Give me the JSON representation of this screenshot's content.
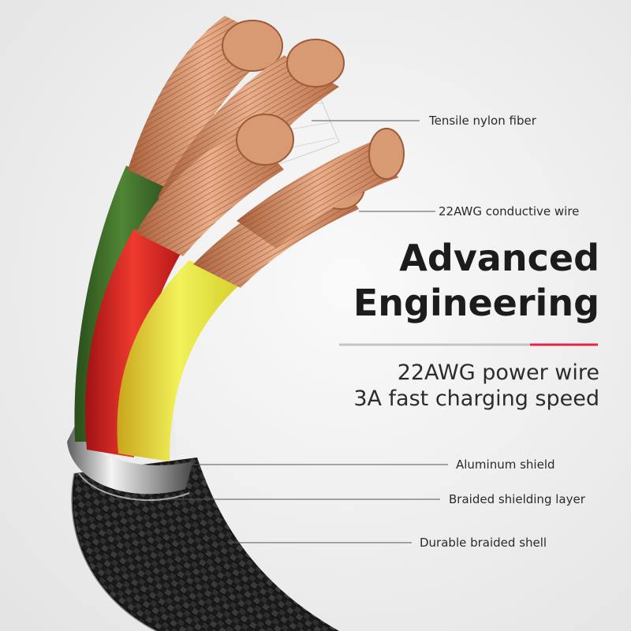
{
  "headline": {
    "line1": "Advanced",
    "line2": "Engineering"
  },
  "specs": {
    "line1": "22AWG power wire",
    "line2": "3A fast charging speed"
  },
  "callouts": {
    "nylon": "Tensile nylon fiber",
    "conductive": "22AWG conductive wire",
    "aluminum": "Aluminum shield",
    "braided_layer": "Braided shielding layer",
    "shell": "Durable braided shell"
  },
  "colors": {
    "background": "#f1f1f1",
    "accent": "#e0264b",
    "divider": "#c4c4c4",
    "copper": "#d7946e",
    "insulation_green": "#3f6a2a",
    "insulation_red": "#d91f22",
    "insulation_yellow": "#e2e23a",
    "braid": "#1d1d1d"
  }
}
